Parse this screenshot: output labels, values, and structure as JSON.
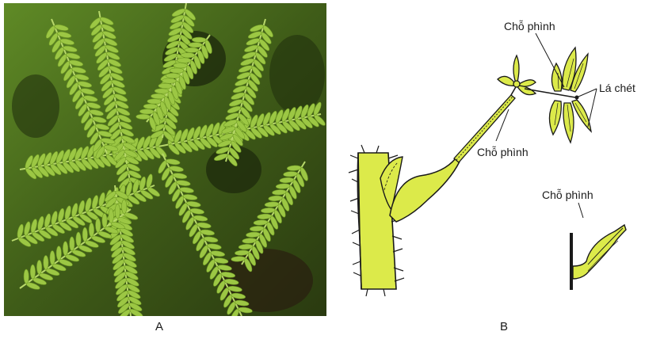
{
  "panels": {
    "a": {
      "label": "A"
    },
    "b": {
      "label": "B"
    }
  },
  "callouts": {
    "pulvinus_top": "Chỗ phình",
    "pulvinus_middle": "Chỗ phình",
    "pulvinus_detail": "Chỗ phình",
    "leaflets": "Lá chét"
  },
  "colors": {
    "leaf_green": "#8fbf3a",
    "dark_background": "#2a3a14",
    "diagram_fill": "#dcea4a",
    "outline": "#1a1a1a"
  }
}
